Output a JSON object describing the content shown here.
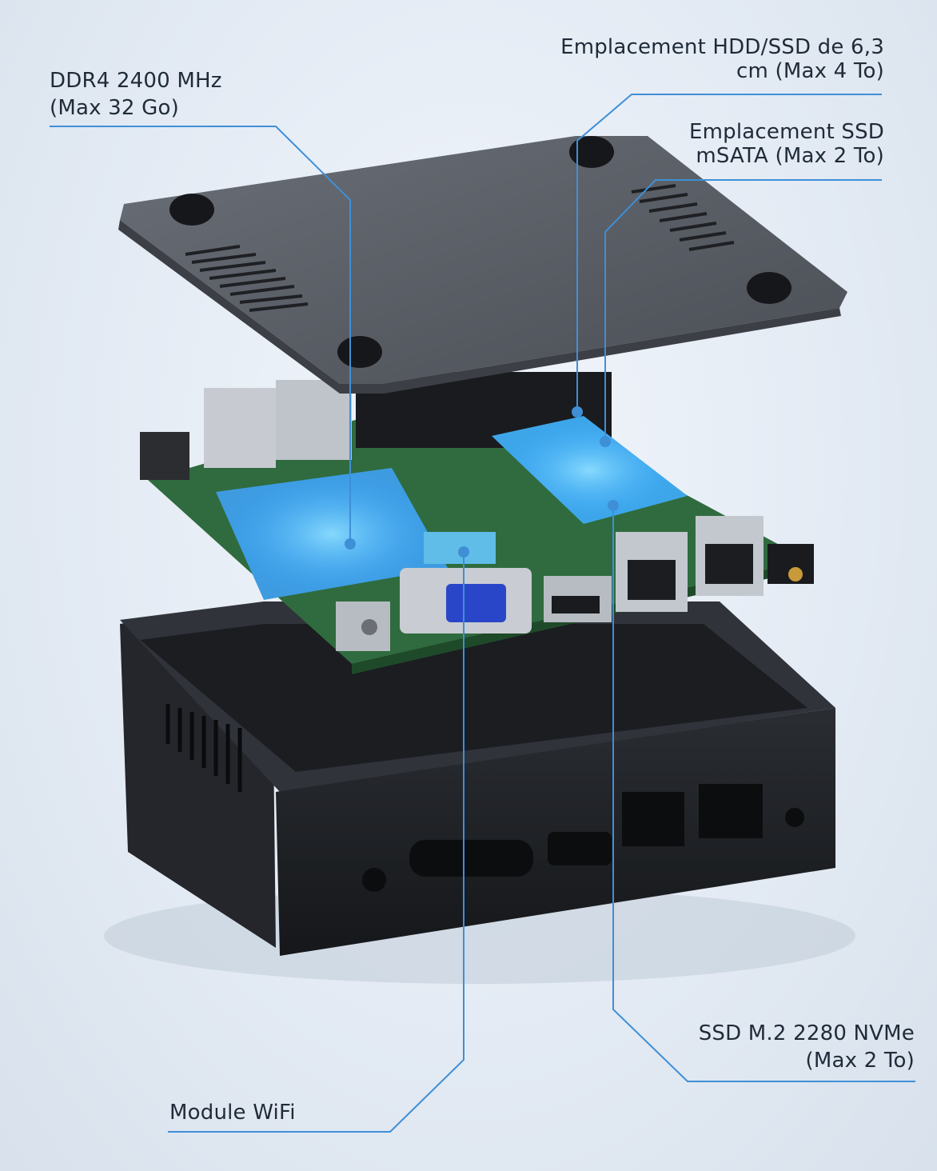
{
  "callouts": {
    "ddr4": {
      "line1": "DDR4 2400 MHz",
      "line2": "(Max 32 Go)"
    },
    "hdd": {
      "line1": "Emplacement HDD/SSD de 6,3",
      "line2": "cm (Max 4 To)"
    },
    "msata": {
      "line1": "Emplacement SSD",
      "line2": "mSATA (Max 2 To)"
    },
    "nvme": {
      "line1": "SSD M.2 2280 NVMe",
      "line2": "(Max 2 To)"
    },
    "wifi": {
      "line1": "Module WiFi"
    }
  },
  "colors": {
    "leader_line": "#3f8fd6",
    "glow": "#4fc3ff",
    "pcb": "#2f6b3e",
    "case": "#1e2024",
    "lid": "#5c6068"
  }
}
